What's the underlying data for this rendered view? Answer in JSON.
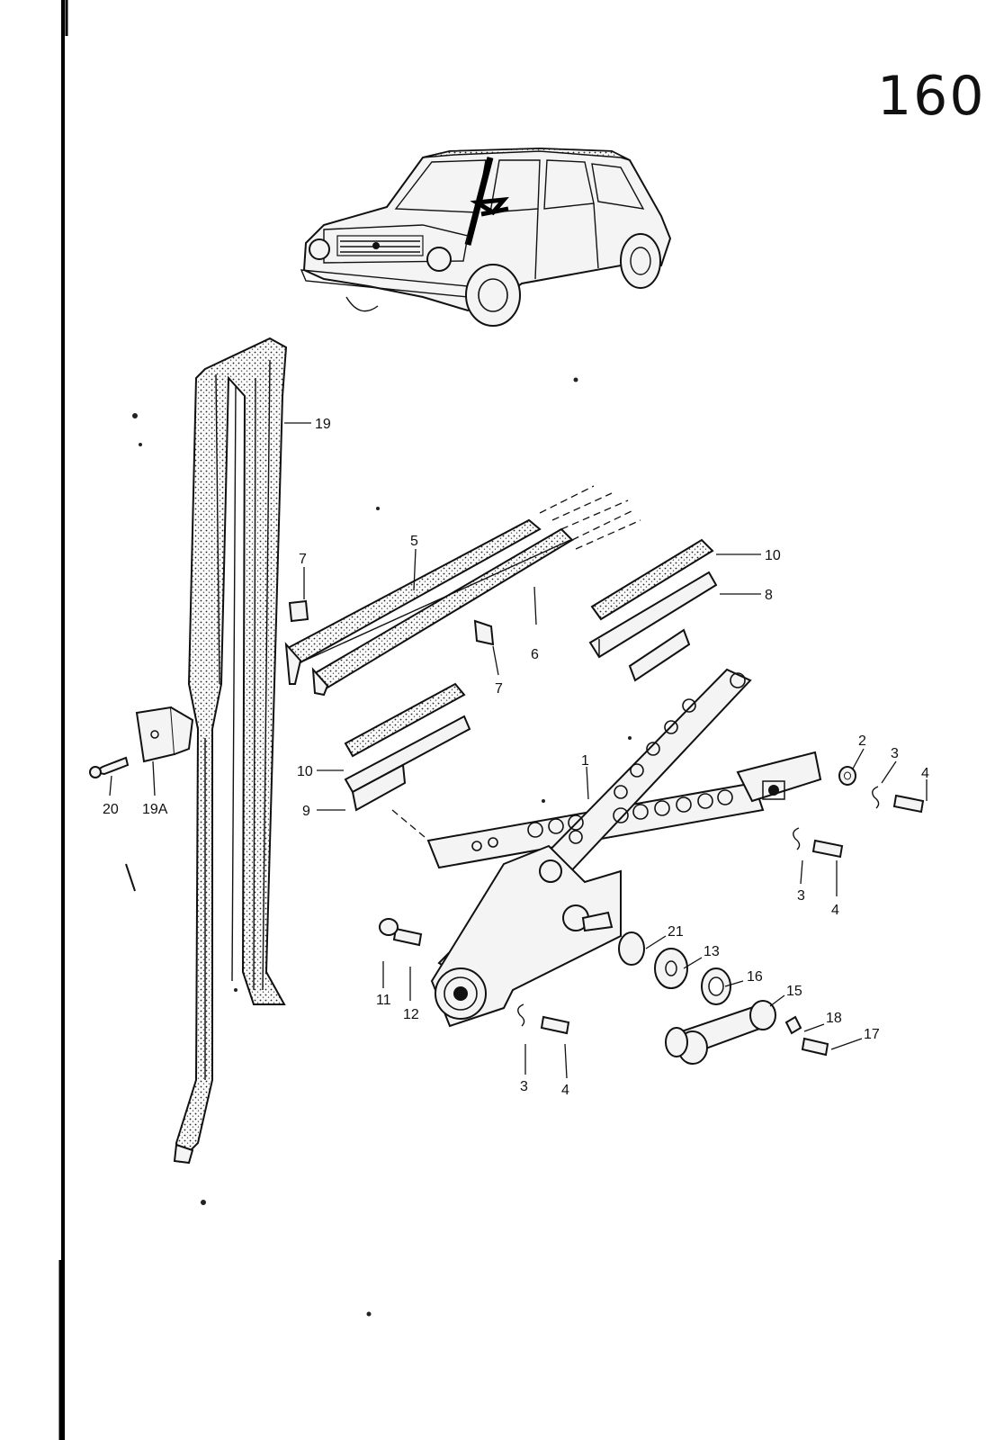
{
  "page": {
    "number": "160"
  },
  "callouts": [
    {
      "id": "c19",
      "label": "19"
    },
    {
      "id": "c5",
      "label": "5"
    },
    {
      "id": "c7a",
      "label": "7"
    },
    {
      "id": "c7b",
      "label": "7"
    },
    {
      "id": "c6",
      "label": "6"
    },
    {
      "id": "c10a",
      "label": "10"
    },
    {
      "id": "c8",
      "label": "8"
    },
    {
      "id": "c10b",
      "label": "10"
    },
    {
      "id": "c9",
      "label": "9"
    },
    {
      "id": "c20",
      "label": "20"
    },
    {
      "id": "c19a",
      "label": "19A"
    },
    {
      "id": "c1",
      "label": "1"
    },
    {
      "id": "c2",
      "label": "2"
    },
    {
      "id": "c3a",
      "label": "3"
    },
    {
      "id": "c4a",
      "label": "4"
    },
    {
      "id": "c3b",
      "label": "3"
    },
    {
      "id": "c4b",
      "label": "4"
    },
    {
      "id": "c21",
      "label": "21"
    },
    {
      "id": "c13",
      "label": "13"
    },
    {
      "id": "c16",
      "label": "16"
    },
    {
      "id": "c15",
      "label": "15"
    },
    {
      "id": "c18",
      "label": "18"
    },
    {
      "id": "c17",
      "label": "17"
    },
    {
      "id": "c11",
      "label": "11"
    },
    {
      "id": "c12",
      "label": "12"
    },
    {
      "id": "c3c",
      "label": "3"
    },
    {
      "id": "c4c",
      "label": "4"
    }
  ]
}
